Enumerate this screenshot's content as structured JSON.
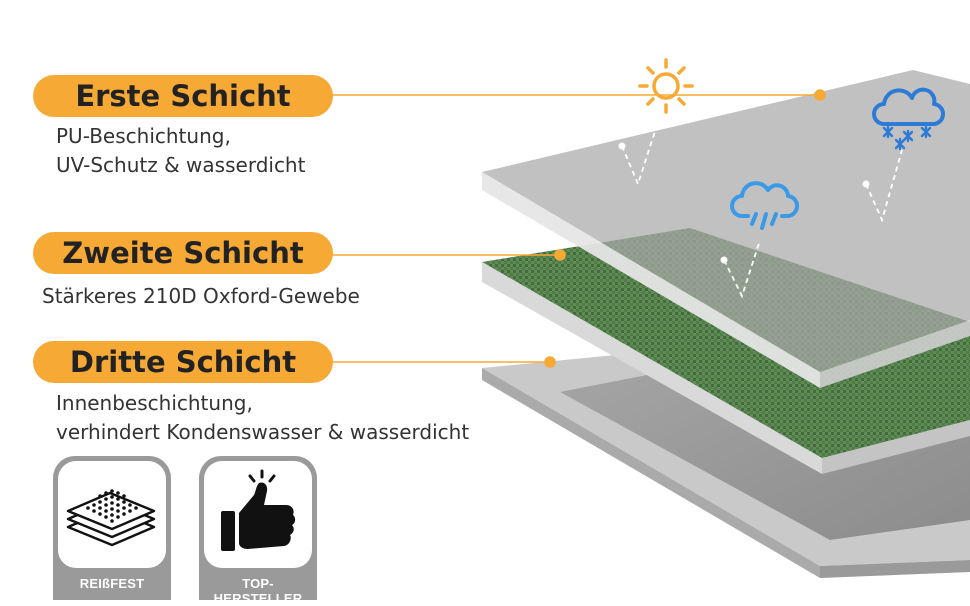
{
  "layers": [
    {
      "title": "Erste Schicht",
      "lines": [
        "PU-Beschichtung,",
        "UV-Schutz & wasserdicht"
      ]
    },
    {
      "title": "Zweite Schicht",
      "lines": [
        "Stärkeres 210D Oxford-Gewebe"
      ]
    },
    {
      "title": "Dritte Schicht",
      "lines": [
        "Innenbeschichtung,",
        "verhindert Kondenswasser & wasserdicht"
      ]
    }
  ],
  "badges": [
    {
      "label": "REIßFEST",
      "icon": "layered-fabric-icon"
    },
    {
      "label": "TOP-HERSTELLER",
      "icon": "thumbs-up-icon"
    }
  ],
  "icons": [
    "sun-icon",
    "rain-cloud-icon",
    "snow-cloud-icon"
  ],
  "colors": {
    "accent": "#F7A935",
    "fabric_green": "#4E7A45",
    "coating_gray": "#B8B8B8",
    "badge_gray": "#9A9A9A",
    "sun": "#F7A935",
    "weather_blue": "#2E7BD6"
  }
}
